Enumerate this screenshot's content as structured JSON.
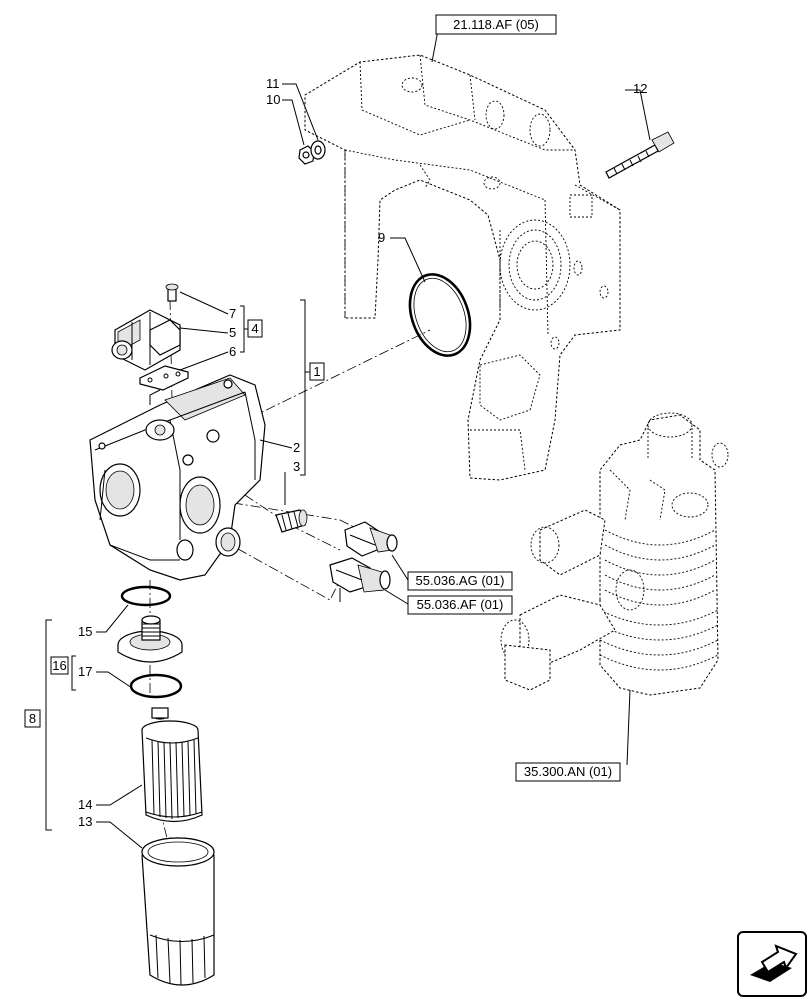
{
  "refs": {
    "transmission_housing": "21.118.AF (05)",
    "sensor_a": "55.036.AG (01)",
    "sensor_b": "55.036.AF (01)",
    "air_filter": "35.300.AN (01)"
  },
  "callouts": {
    "c1": "1",
    "c2": "2",
    "c3": "3",
    "c4": "4",
    "c5": "5",
    "c6": "6",
    "c7": "7",
    "c8": "8",
    "c9": "9",
    "c10": "10",
    "c11": "11",
    "c12": "12",
    "c13": "13",
    "c14": "14",
    "c15": "15",
    "c16": "16",
    "c17": "17"
  },
  "icons": {
    "corner": "next-page-arrow-icon"
  }
}
